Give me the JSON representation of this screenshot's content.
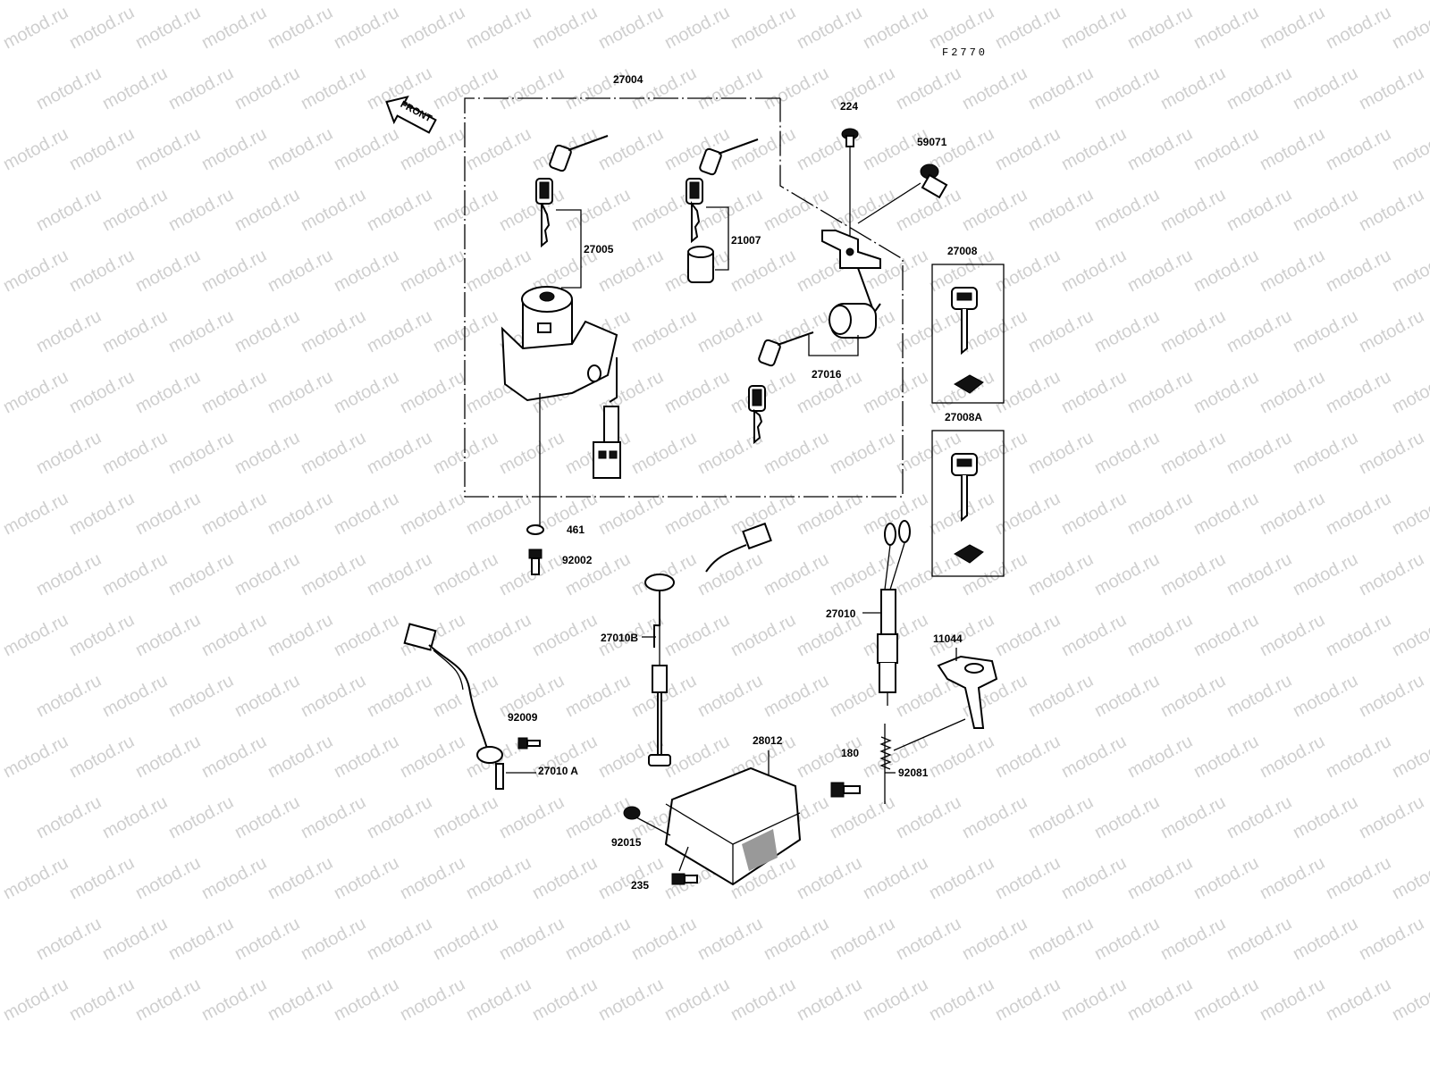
{
  "diagram": {
    "drawing_code": "F2770",
    "front_arrow_label": "FRONT",
    "watermark_text": "motod.ru",
    "part_labels": {
      "p27004": "27004",
      "p27005": "27005",
      "p21007": "21007",
      "p224": "224",
      "p59071": "59071",
      "p27008": "27008",
      "p27008A": "27008A",
      "p27016": "27016",
      "p461": "461",
      "p92002": "92002",
      "p27010B": "27010B",
      "p27010": "27010",
      "p11044": "11044",
      "p92009": "92009",
      "p27010A": "27010 A",
      "p28012": "28012",
      "p180": "180",
      "p92081": "92081",
      "p92015": "92015",
      "p235": "235"
    }
  }
}
